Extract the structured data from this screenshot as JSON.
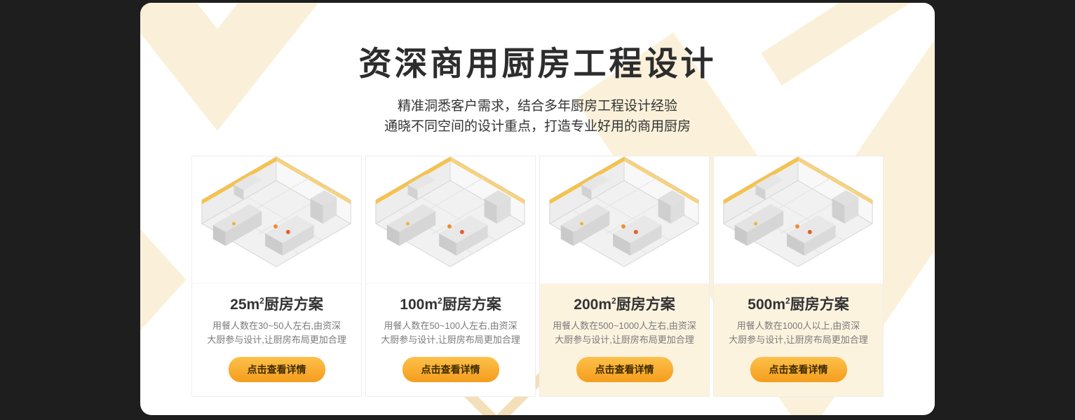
{
  "section": {
    "title": "资深商用厨房工程设计",
    "subtitle_line1": "精准洞悉客户需求，结合多年厨房工程设计经验",
    "subtitle_line2": "通晓不同空间的设计重点，打造专业好用的商用厨房"
  },
  "cards": [
    {
      "title_area": "25m",
      "title_sup": "2",
      "title_suffix": "厨房方案",
      "desc_line1": "用餐人数在30~50人左右,由资深",
      "desc_line2": "大厨参与设计,让厨房布局更加合理",
      "button_label": "点击查看详情"
    },
    {
      "title_area": "100m",
      "title_sup": "2",
      "title_suffix": "厨房方案",
      "desc_line1": "用餐人数在50~100人左右,由资深",
      "desc_line2": "大厨参与设计,让厨房布局更加合理",
      "button_label": "点击查看详情"
    },
    {
      "title_area": "200m",
      "title_sup": "2",
      "title_suffix": "厨房方案",
      "desc_line1": "用餐人数在500~1000人左右,由资深",
      "desc_line2": "大厨参与设计,让厨房布局更加合理",
      "button_label": "点击查看详情"
    },
    {
      "title_area": "500m",
      "title_sup": "2",
      "title_suffix": "厨房方案",
      "desc_line1": "用餐人数在1000人以上,由资深",
      "desc_line2": "大厨参与设计,让厨房布局更加合理",
      "button_label": "点击查看详情"
    }
  ],
  "colors": {
    "dark_background": "#1e1e1e",
    "panel_background": "#ffffff",
    "accent_orange": "#f5a01e",
    "button_gradient_top": "#fcc14a",
    "button_gradient_bottom": "#f59d1d",
    "decoration_cream": "#fbf1da",
    "card_tint_cream": "#fcf3df"
  }
}
